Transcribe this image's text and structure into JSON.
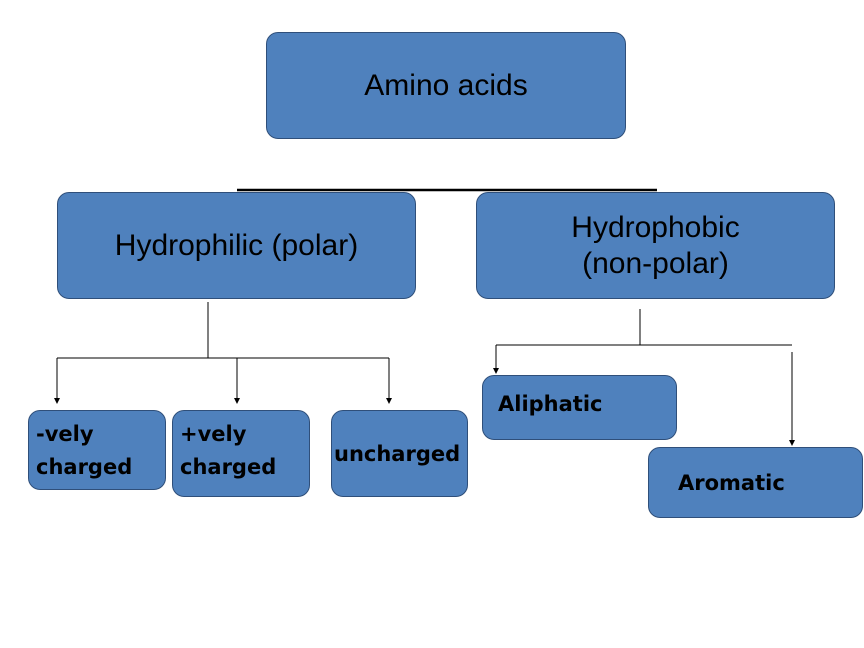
{
  "diagram": {
    "root": {
      "label": "Amino acids"
    },
    "branches": {
      "hydrophilic": {
        "label": "Hydrophilic (polar)",
        "children": {
          "negative": {
            "line1": "-vely",
            "line2": "charged"
          },
          "positive": {
            "line1": "+vely",
            "line2": "charged"
          },
          "uncharged": {
            "label": "uncharged"
          }
        }
      },
      "hydrophobic": {
        "line1": "Hydrophobic",
        "line2": "(non-polar)",
        "children": {
          "aliphatic": {
            "label": "Aliphatic"
          },
          "aromatic": {
            "label": "Aromatic"
          }
        }
      }
    },
    "colors": {
      "box_fill": "#4f81bd",
      "box_border": "#2f4f7a",
      "connector": "#000000"
    }
  }
}
